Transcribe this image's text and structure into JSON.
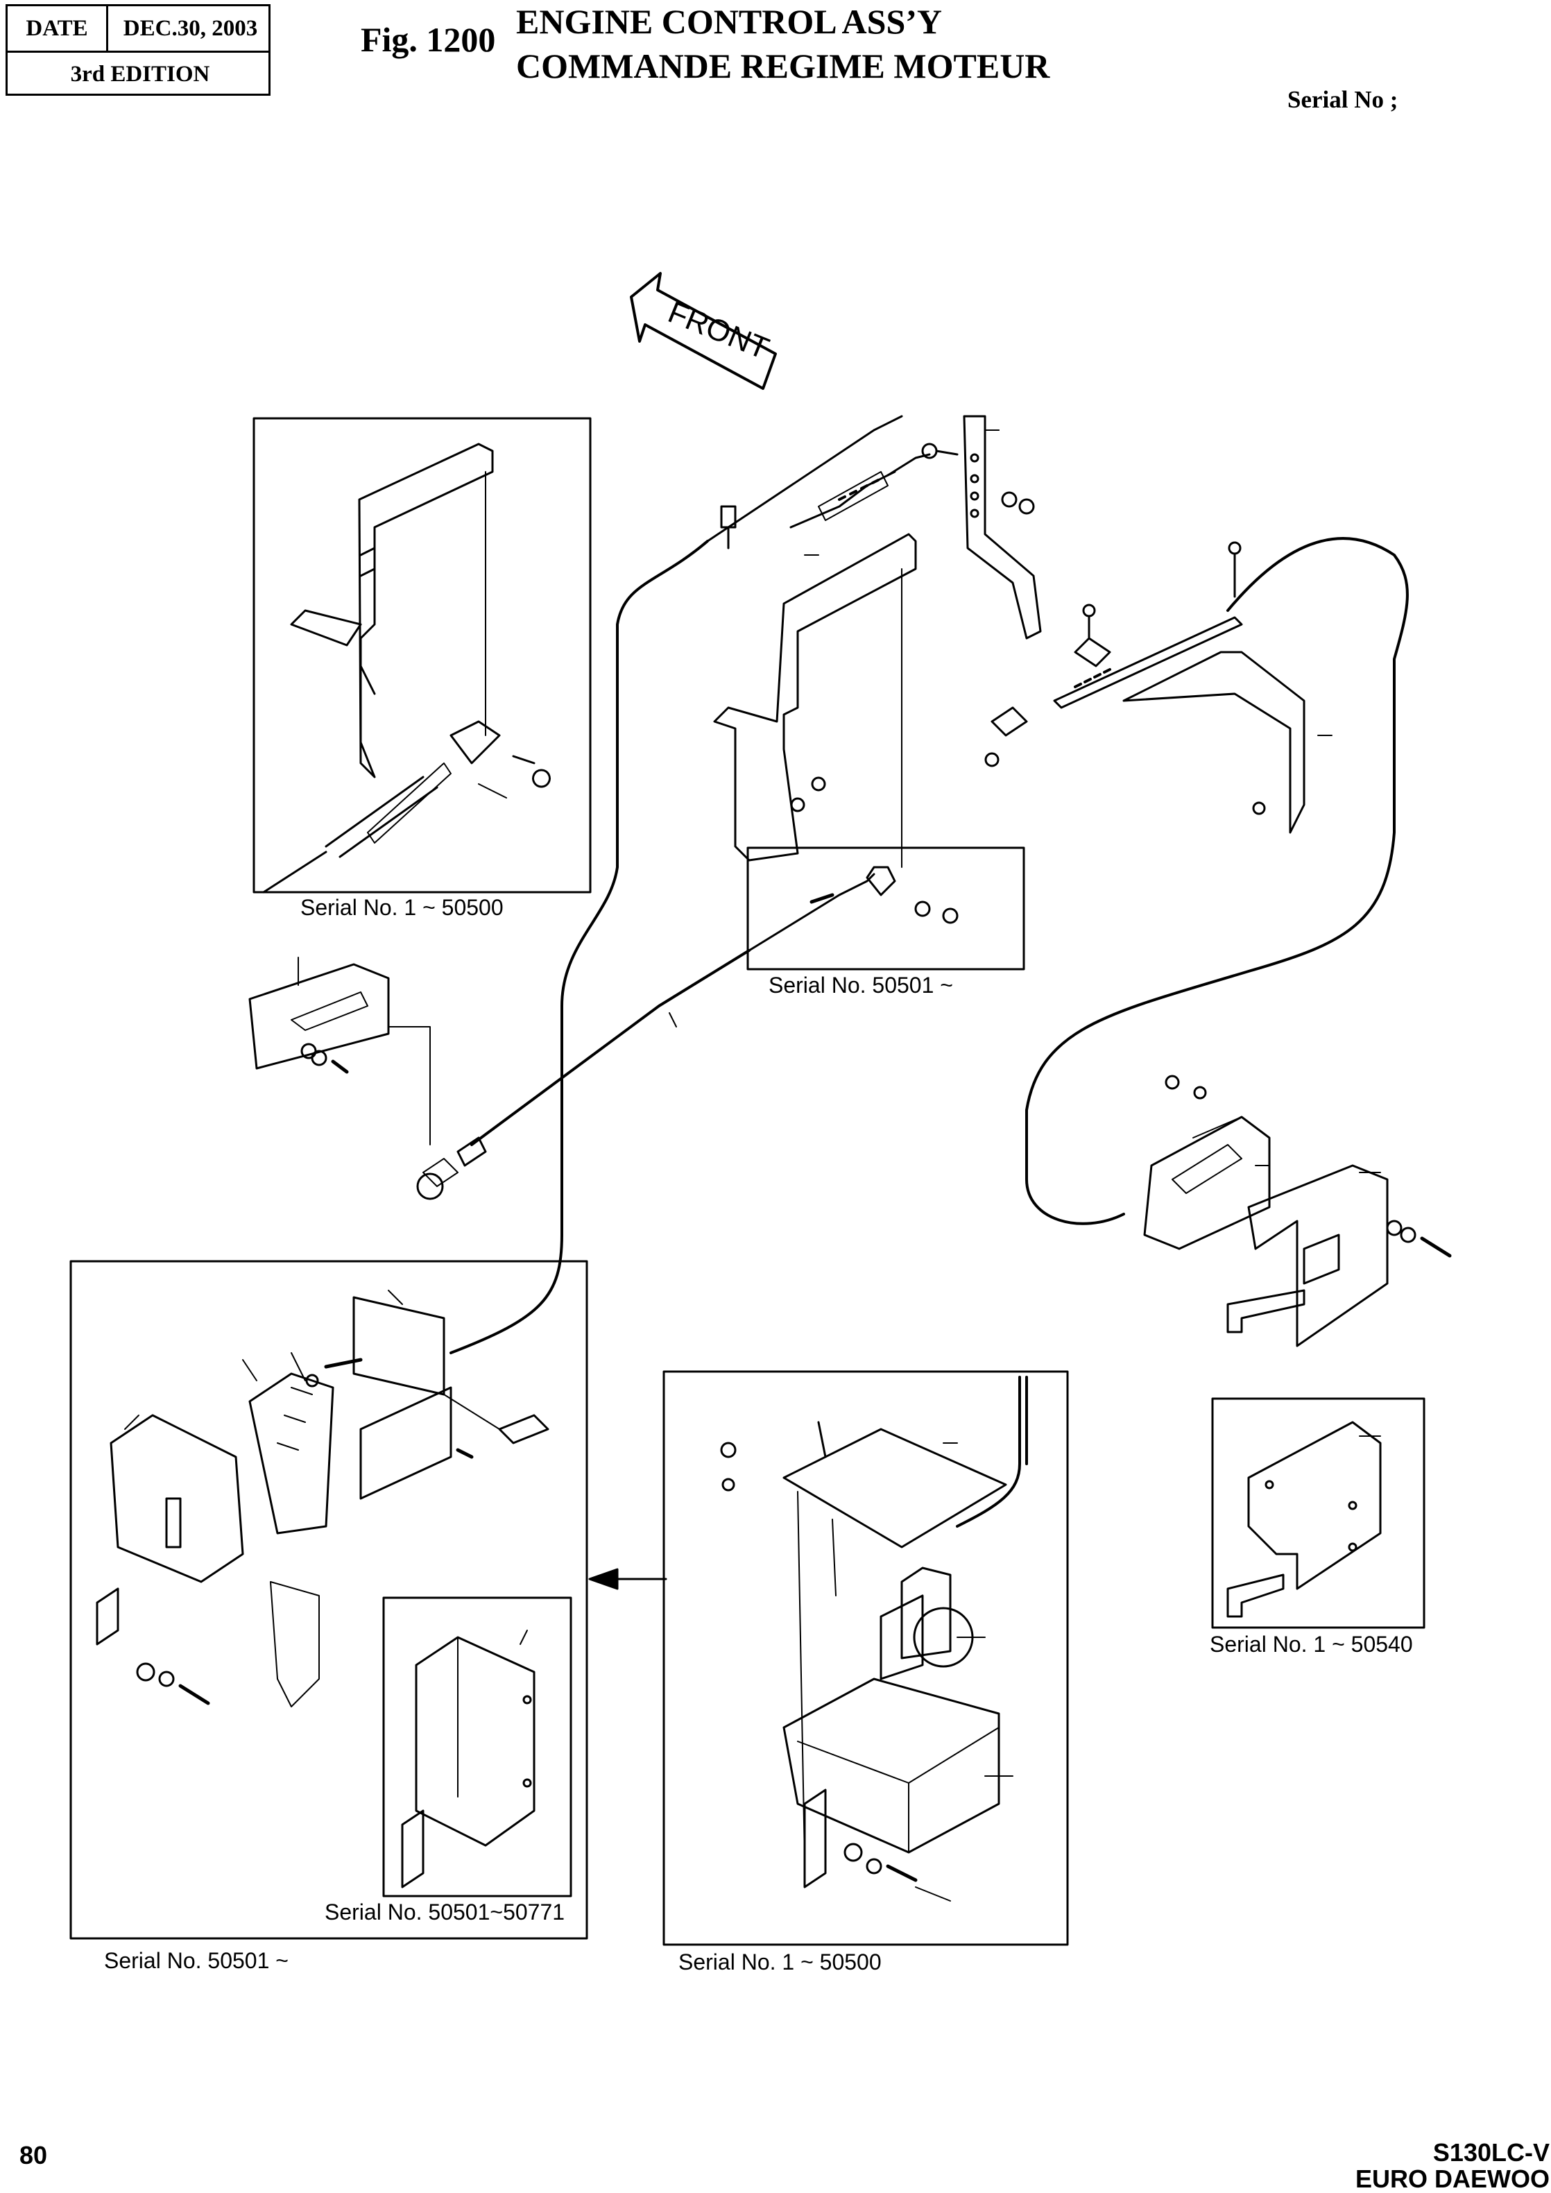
{
  "header": {
    "date_label": "DATE",
    "date_value": "DEC.30, 2003",
    "edition": "3rd  EDITION",
    "fig_no": "Fig. 1200",
    "title_en": "ENGINE CONTROL ASS’Y",
    "title_fr": "COMMANDE REGIME MOTEUR",
    "serial_label": "Serial No ;"
  },
  "diagram": {
    "front_arrow": "FRONT",
    "inset_labels": {
      "top_left": "Serial No. 1 ~ 50500",
      "center": "Serial No. 50501 ~",
      "bottom_left_inner": "Serial No. 50501~50771",
      "bottom_left": "Serial No. 50501 ~",
      "bottom_center": "Serial No. 1 ~ 50500",
      "right": "Serial No. 1 ~ 50540"
    }
  },
  "footer": {
    "page_number": "80",
    "model": "S130LC-V",
    "brand": "EURO DAEWOO"
  }
}
